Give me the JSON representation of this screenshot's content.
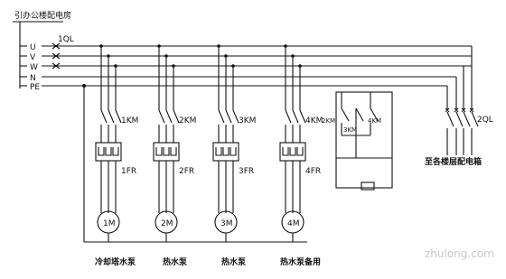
{
  "title": "引办公楼配电房",
  "bus_labels": [
    "U",
    "V",
    "W",
    "N",
    "PE"
  ],
  "main_breaker": "1QL",
  "branches": [
    {
      "km": "1KM",
      "fr": "1FR",
      "motor": "1M",
      "name": "冷却塔水泵"
    },
    {
      "km": "2KM",
      "fr": "2FR",
      "motor": "2M",
      "name": "热水泵"
    },
    {
      "km": "3KM",
      "fr": "3FR",
      "motor": "3M",
      "name": "热水泵"
    },
    {
      "km": "4KM",
      "fr": "4FR",
      "motor": "4M",
      "name": "热水泵备用"
    }
  ],
  "interlock": {
    "left_label": "2KM",
    "mid_label": "3KM",
    "right_label": "4KM"
  },
  "breaker2": "2QL",
  "outgoing_label": "至各楼层配电箱",
  "watermark": "zhulong.com"
}
